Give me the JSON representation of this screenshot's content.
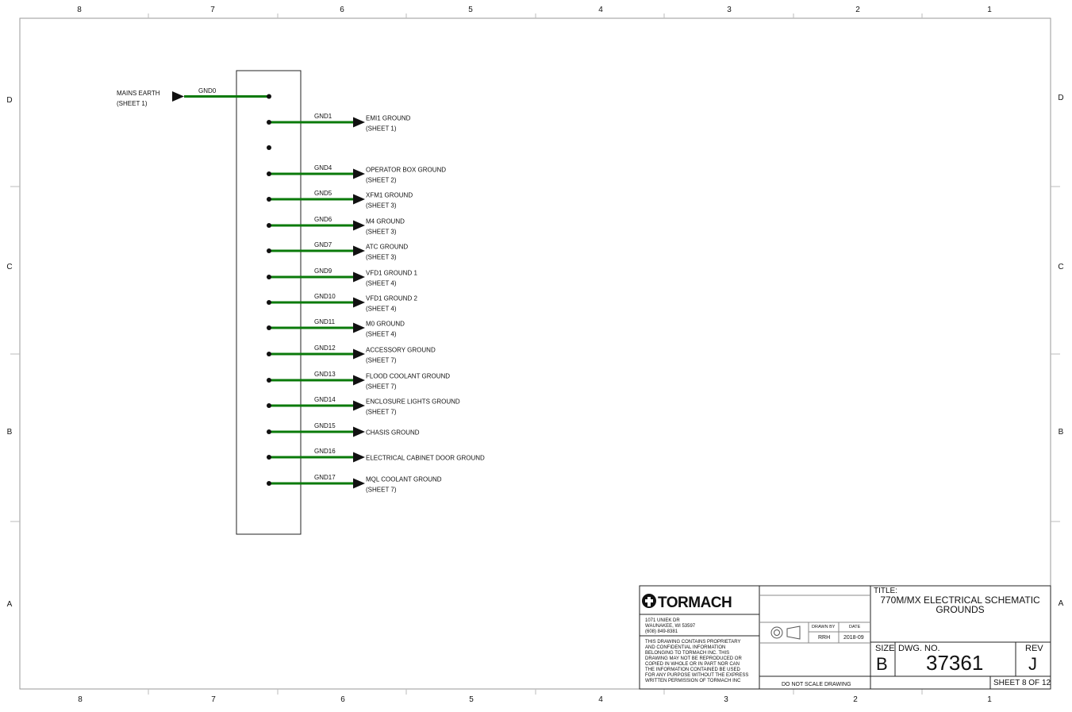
{
  "zones": {
    "columns": [
      "8",
      "7",
      "6",
      "5",
      "4",
      "3",
      "2",
      "1"
    ],
    "rows": [
      "D",
      "C",
      "B",
      "A"
    ]
  },
  "mains": {
    "label": "MAINS EARTH",
    "sheet": "(SHEET 1)",
    "net": "GND0"
  },
  "grounds": [
    {
      "net": "GND1",
      "label": "EMI1 GROUND",
      "sheet": "(SHEET 1)"
    },
    {
      "net": "GND4",
      "label": "OPERATOR BOX GROUND",
      "sheet": "(SHEET 2)"
    },
    {
      "net": "GND5",
      "label": "XFM1 GROUND",
      "sheet": "(SHEET 3)"
    },
    {
      "net": "GND6",
      "label": "M4 GROUND",
      "sheet": "(SHEET 3)"
    },
    {
      "net": "GND7",
      "label": "ATC GROUND",
      "sheet": "(SHEET 3)"
    },
    {
      "net": "GND9",
      "label": "VFD1 GROUND 1",
      "sheet": "(SHEET 4)"
    },
    {
      "net": "GND10",
      "label": "VFD1 GROUND 2",
      "sheet": "(SHEET 4)"
    },
    {
      "net": "GND11",
      "label": "M0 GROUND",
      "sheet": "(SHEET 4)"
    },
    {
      "net": "GND12",
      "label": "ACCESSORY GROUND",
      "sheet": "(SHEET 7)"
    },
    {
      "net": "GND13",
      "label": "FLOOD COOLANT GROUND",
      "sheet": "(SHEET 7)"
    },
    {
      "net": "GND14",
      "label": "ENCLOSURE LIGHTS GROUND",
      "sheet": "(SHEET 7)"
    },
    {
      "net": "GND15",
      "label": "CHASIS GROUND",
      "sheet": ""
    },
    {
      "net": "GND16",
      "label": "ELECTRICAL CABINET DOOR GROUND",
      "sheet": ""
    },
    {
      "net": "GND17",
      "label": "MQL COOLANT GROUND",
      "sheet": "(SHEET 7)"
    }
  ],
  "title_block": {
    "logo": "TORMACH",
    "address": [
      "1071 UNIEK DR",
      "WAUNAKEE, WI 53597",
      "(608) 849-8381"
    ],
    "notice": [
      "THIS DRAWING CONTAINS PROPRIETARY",
      "AND CONFIDENTIAL INFORMATION",
      "BELONGING TO TORMACH INC. THIS",
      "DRAWING MAY NOT BE REPRODUCED OR",
      "COPIED IN WHOLE OR IN PART NOR CAN",
      "THE INFORMATION CONTAINED BE USED",
      "FOR ANY PURPOSE WITHOUT THE EXPRESS",
      "WRITTEN PERMISSION OF TORMACH INC"
    ],
    "drawn_by_label": "DRAWN BY",
    "date_label": "DATE",
    "drawn_by": "RRH",
    "date": "2018-09",
    "do_not_scale": "DO NOT SCALE DRAWING",
    "title_label": "TITLE:",
    "title_line1": "770M/MX ELECTRICAL SCHEMATIC",
    "title_line2": "GROUNDS",
    "size_label": "SIZE",
    "size": "B",
    "dwg_label": "DWG.  NO.",
    "dwg_no": "37361",
    "rev_label": "REV",
    "rev": "J",
    "sheet": "SHEET 8 OF 12"
  },
  "colors": {
    "wire": "#0a7a0a",
    "line": "#222222",
    "frame": "#999999"
  }
}
